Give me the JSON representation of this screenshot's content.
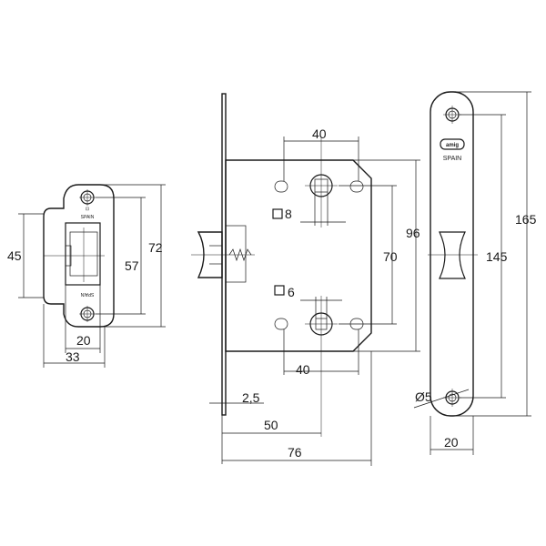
{
  "dimensions": {
    "strike_height": "45",
    "strike_hole_spacing": "57",
    "strike_total_height": "72",
    "strike_width": "20",
    "strike_total_width": "33",
    "top_hole_spacing": "40",
    "bottom_hole_spacing": "40",
    "square_spindle_8": "8",
    "square_spindle_6": "6",
    "spindle_spacing": "70",
    "case_height": "96",
    "faceplate_thickness": "2,5",
    "backset": "50",
    "case_depth": "76",
    "faceplate_hole_spacing": "145",
    "faceplate_height": "165",
    "screw_hole_diameter": "Ø5",
    "faceplate_width": "20"
  },
  "labels": {
    "origin_strike_top": "SPAIN",
    "origin_strike_bottom": "SPAIN",
    "origin_faceplate": "SPAIN",
    "brand_logo": "amig"
  },
  "icons": {
    "square_8": "square-symbol-icon",
    "square_6": "square-symbol-icon"
  }
}
